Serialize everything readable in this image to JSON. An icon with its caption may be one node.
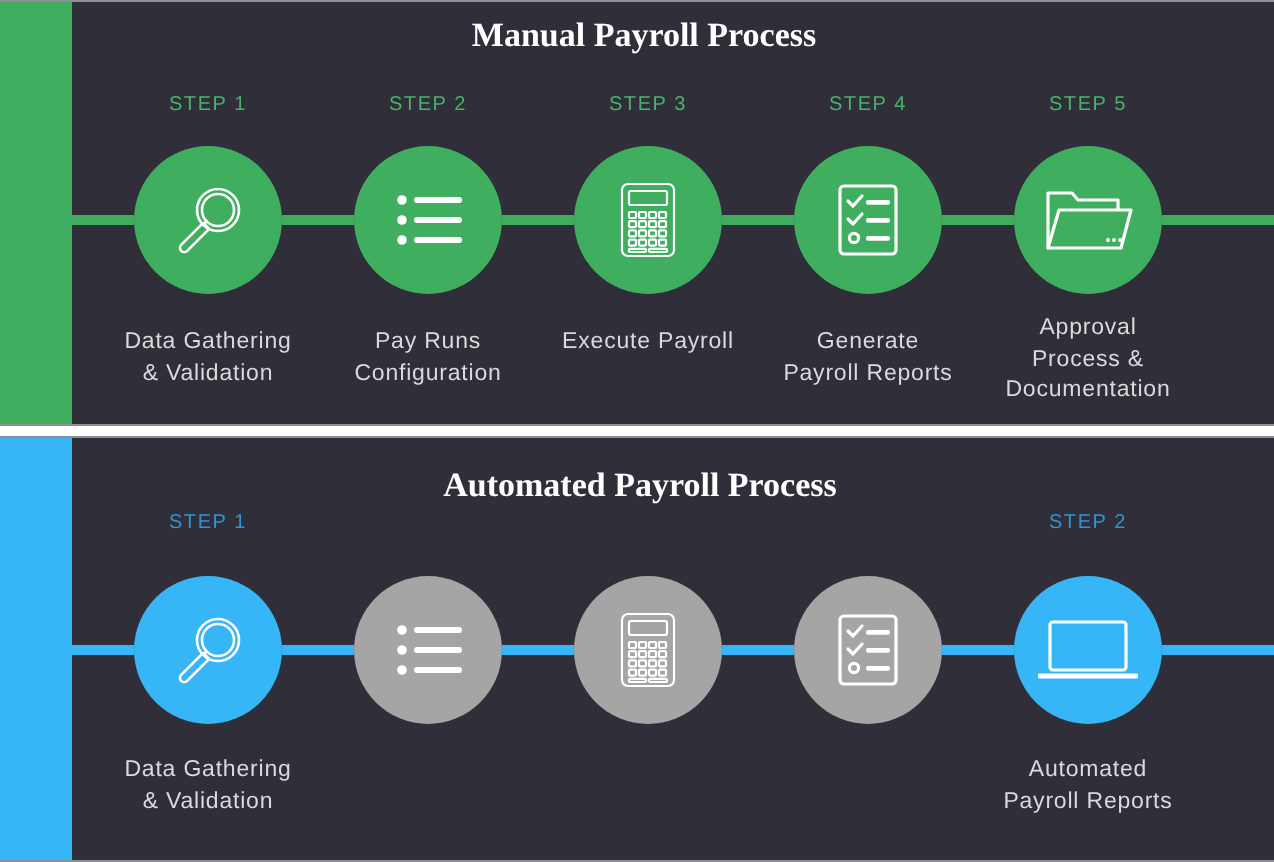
{
  "diagram": {
    "nodes": [
      {
        "text": [
          "Manual Payroll Process"
        ]
      },
      {
        "text": [
          "STEP 1",
          "Data Gathering & Validation"
        ],
        "in": 0
      },
      {
        "text": [
          "STEP 2",
          "Pay Runs Configuration"
        ],
        "in": 0
      },
      {
        "text": [
          "STEP 3",
          "Execute Payroll"
        ],
        "in": 0
      },
      {
        "text": [
          "STEP 4",
          "Generate Payroll Reports"
        ],
        "in": 0
      },
      {
        "text": [
          "STEP 5",
          "Approval Process & Documentation"
        ],
        "in": 0
      },
      {
        "text": [
          "Automated Payroll Process"
        ]
      },
      {
        "text": [
          "STEP 1",
          "Data Gathering & Validation"
        ],
        "in": 6
      },
      {
        "text": [],
        "shape": "circle",
        "in": 6
      },
      {
        "text": [],
        "shape": "circle",
        "in": 6
      },
      {
        "text": [],
        "shape": "circle",
        "in": 6
      },
      {
        "text": [
          "STEP 2",
          "Automated Payroll Reports"
        ],
        "in": 6
      }
    ],
    "edges": [
      {
        "from": null,
        "to": 1,
        "arrow": "none",
        "color": "#3fae5f"
      },
      {
        "from": 1,
        "to": 2,
        "arrow": "none",
        "color": "#3fae5f"
      },
      {
        "from": 2,
        "to": 3,
        "arrow": "none",
        "color": "#3fae5f"
      },
      {
        "from": 3,
        "to": 4,
        "arrow": "none",
        "color": "#3fae5f"
      },
      {
        "from": 4,
        "to": 5,
        "arrow": "none",
        "color": "#3fae5f"
      },
      {
        "from": 5,
        "to": null,
        "arrow": "none",
        "color": "#3fae5f"
      },
      {
        "from": null,
        "to": 7,
        "arrow": "none",
        "color": "#36b6f7"
      },
      {
        "from": 7,
        "to": 8,
        "arrow": "none",
        "color": "#36b6f7"
      },
      {
        "from": 8,
        "to": 9,
        "arrow": "none",
        "color": "#36b6f7"
      },
      {
        "from": 9,
        "to": 10,
        "arrow": "none",
        "color": "#36b6f7"
      },
      {
        "from": 10,
        "to": 11,
        "arrow": "none",
        "color": "#36b6f7"
      },
      {
        "from": 11,
        "to": null,
        "arrow": "none",
        "color": "#36b6f7"
      }
    ]
  }
}
